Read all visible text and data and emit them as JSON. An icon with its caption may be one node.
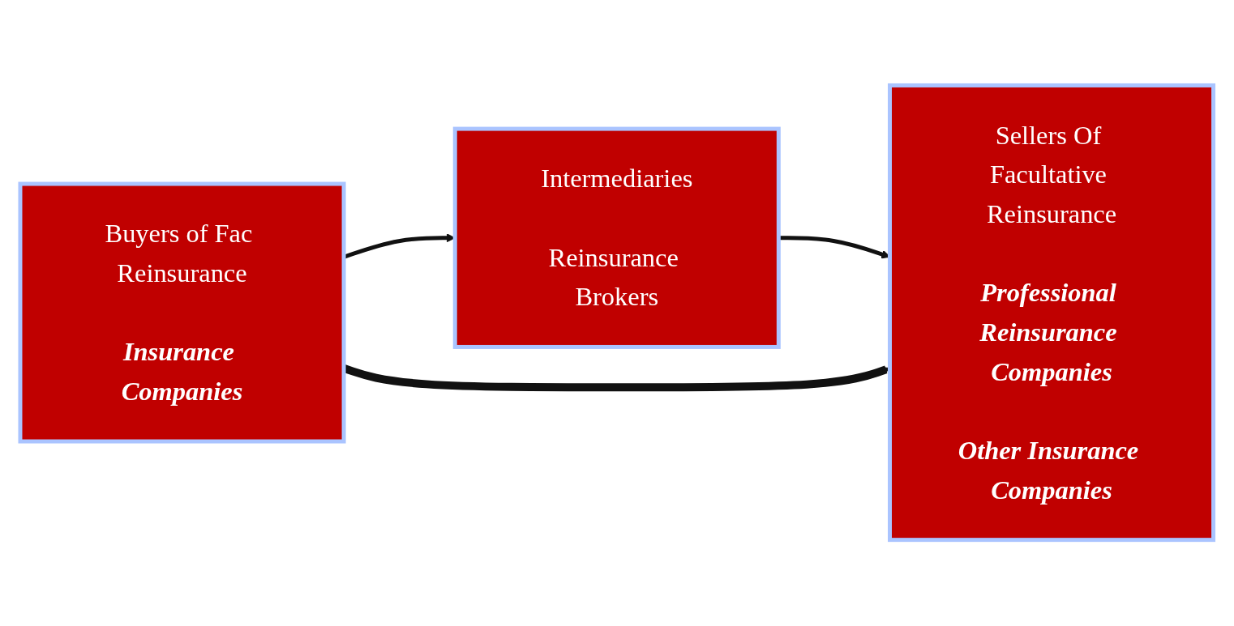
{
  "diagram": {
    "nodes": [
      {
        "text": [
          "Buyers of Fac Reinsurance",
          "Insurance Companies"
        ]
      },
      {
        "text": [
          "Intermediaries",
          "Reinsurance Brokers"
        ]
      },
      {
        "text": [
          "Sellers Of Facultative Reinsurance",
          "Professional Reinsurance Companies",
          "Other Insurance Companies"
        ]
      }
    ],
    "edges": [
      {
        "from": 0,
        "to": 1,
        "arrow": "to"
      },
      {
        "from": 1,
        "to": 2,
        "arrow": "to"
      },
      {
        "from": 0,
        "to": 2,
        "arrow": "to",
        "style": "thick"
      }
    ]
  }
}
